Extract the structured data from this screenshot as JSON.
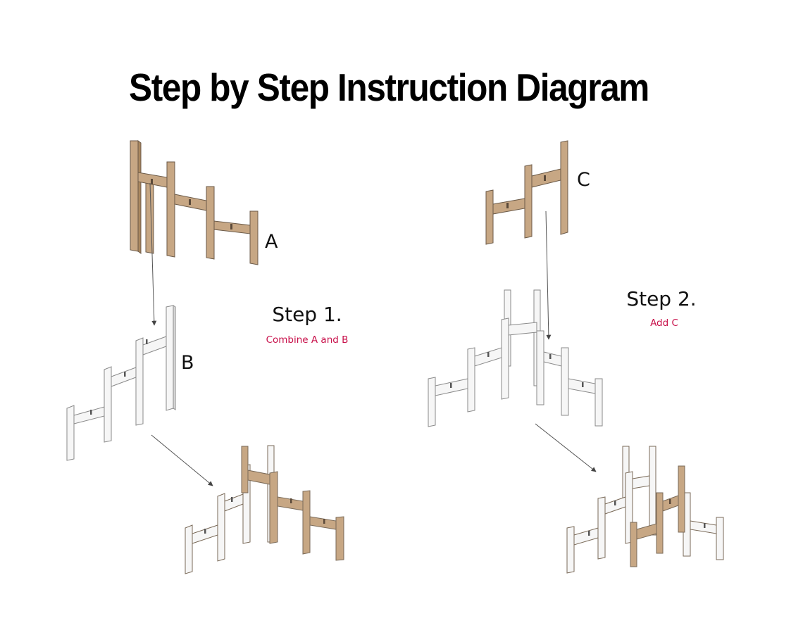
{
  "title": "Step by Step Instruction Diagram",
  "parts": {
    "a": "A",
    "b": "B",
    "c": "C"
  },
  "steps": [
    {
      "heading": "Step 1.",
      "description": "Combine A and B"
    },
    {
      "heading": "Step 2.",
      "description": "Add C"
    }
  ],
  "colors": {
    "wood_face": "#c7a784",
    "wood_edge": "#a9875f",
    "white_face": "#f6f6f6",
    "white_edge": "#dcdcdc",
    "outline": "#6b5a48",
    "accent_text": "#c8104a"
  }
}
